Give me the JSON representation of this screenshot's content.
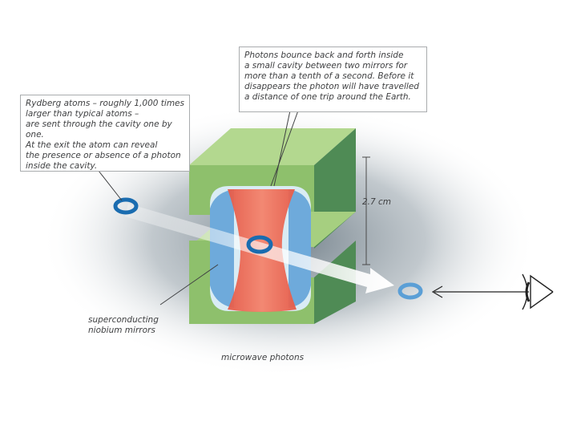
{
  "callouts": {
    "rydberg": "Rydberg atoms – roughly 1,000 times\nlarger than typical atoms –\nare sent through the cavity one by one.\nAt the exit the atom can reveal\nthe presence or absence of a photon\ninside the cavity.",
    "photons": "Photons bounce back and forth inside\na small cavity between two mirrors for\nmore than a tenth of a second. Before it\ndisappears the photon will have travelled\na distance of one trip around the Earth."
  },
  "labels": {
    "dimension": "2.7 cm",
    "mirrors": "superconducting\nniobium mirrors",
    "microwave": "microwave photons"
  },
  "colors": {
    "block_front": "#8ec06c",
    "block_top": "#b3d88f",
    "block_side": "#4f8b55",
    "photon_field": "#ef6b55",
    "mirror_blue": "#5b9fd6",
    "atom_ring": "#1a6cb0",
    "beam": "#ffffff",
    "halo": "#8e9aa3"
  },
  "icons": [
    "eye-icon",
    "arrow-left-icon"
  ]
}
